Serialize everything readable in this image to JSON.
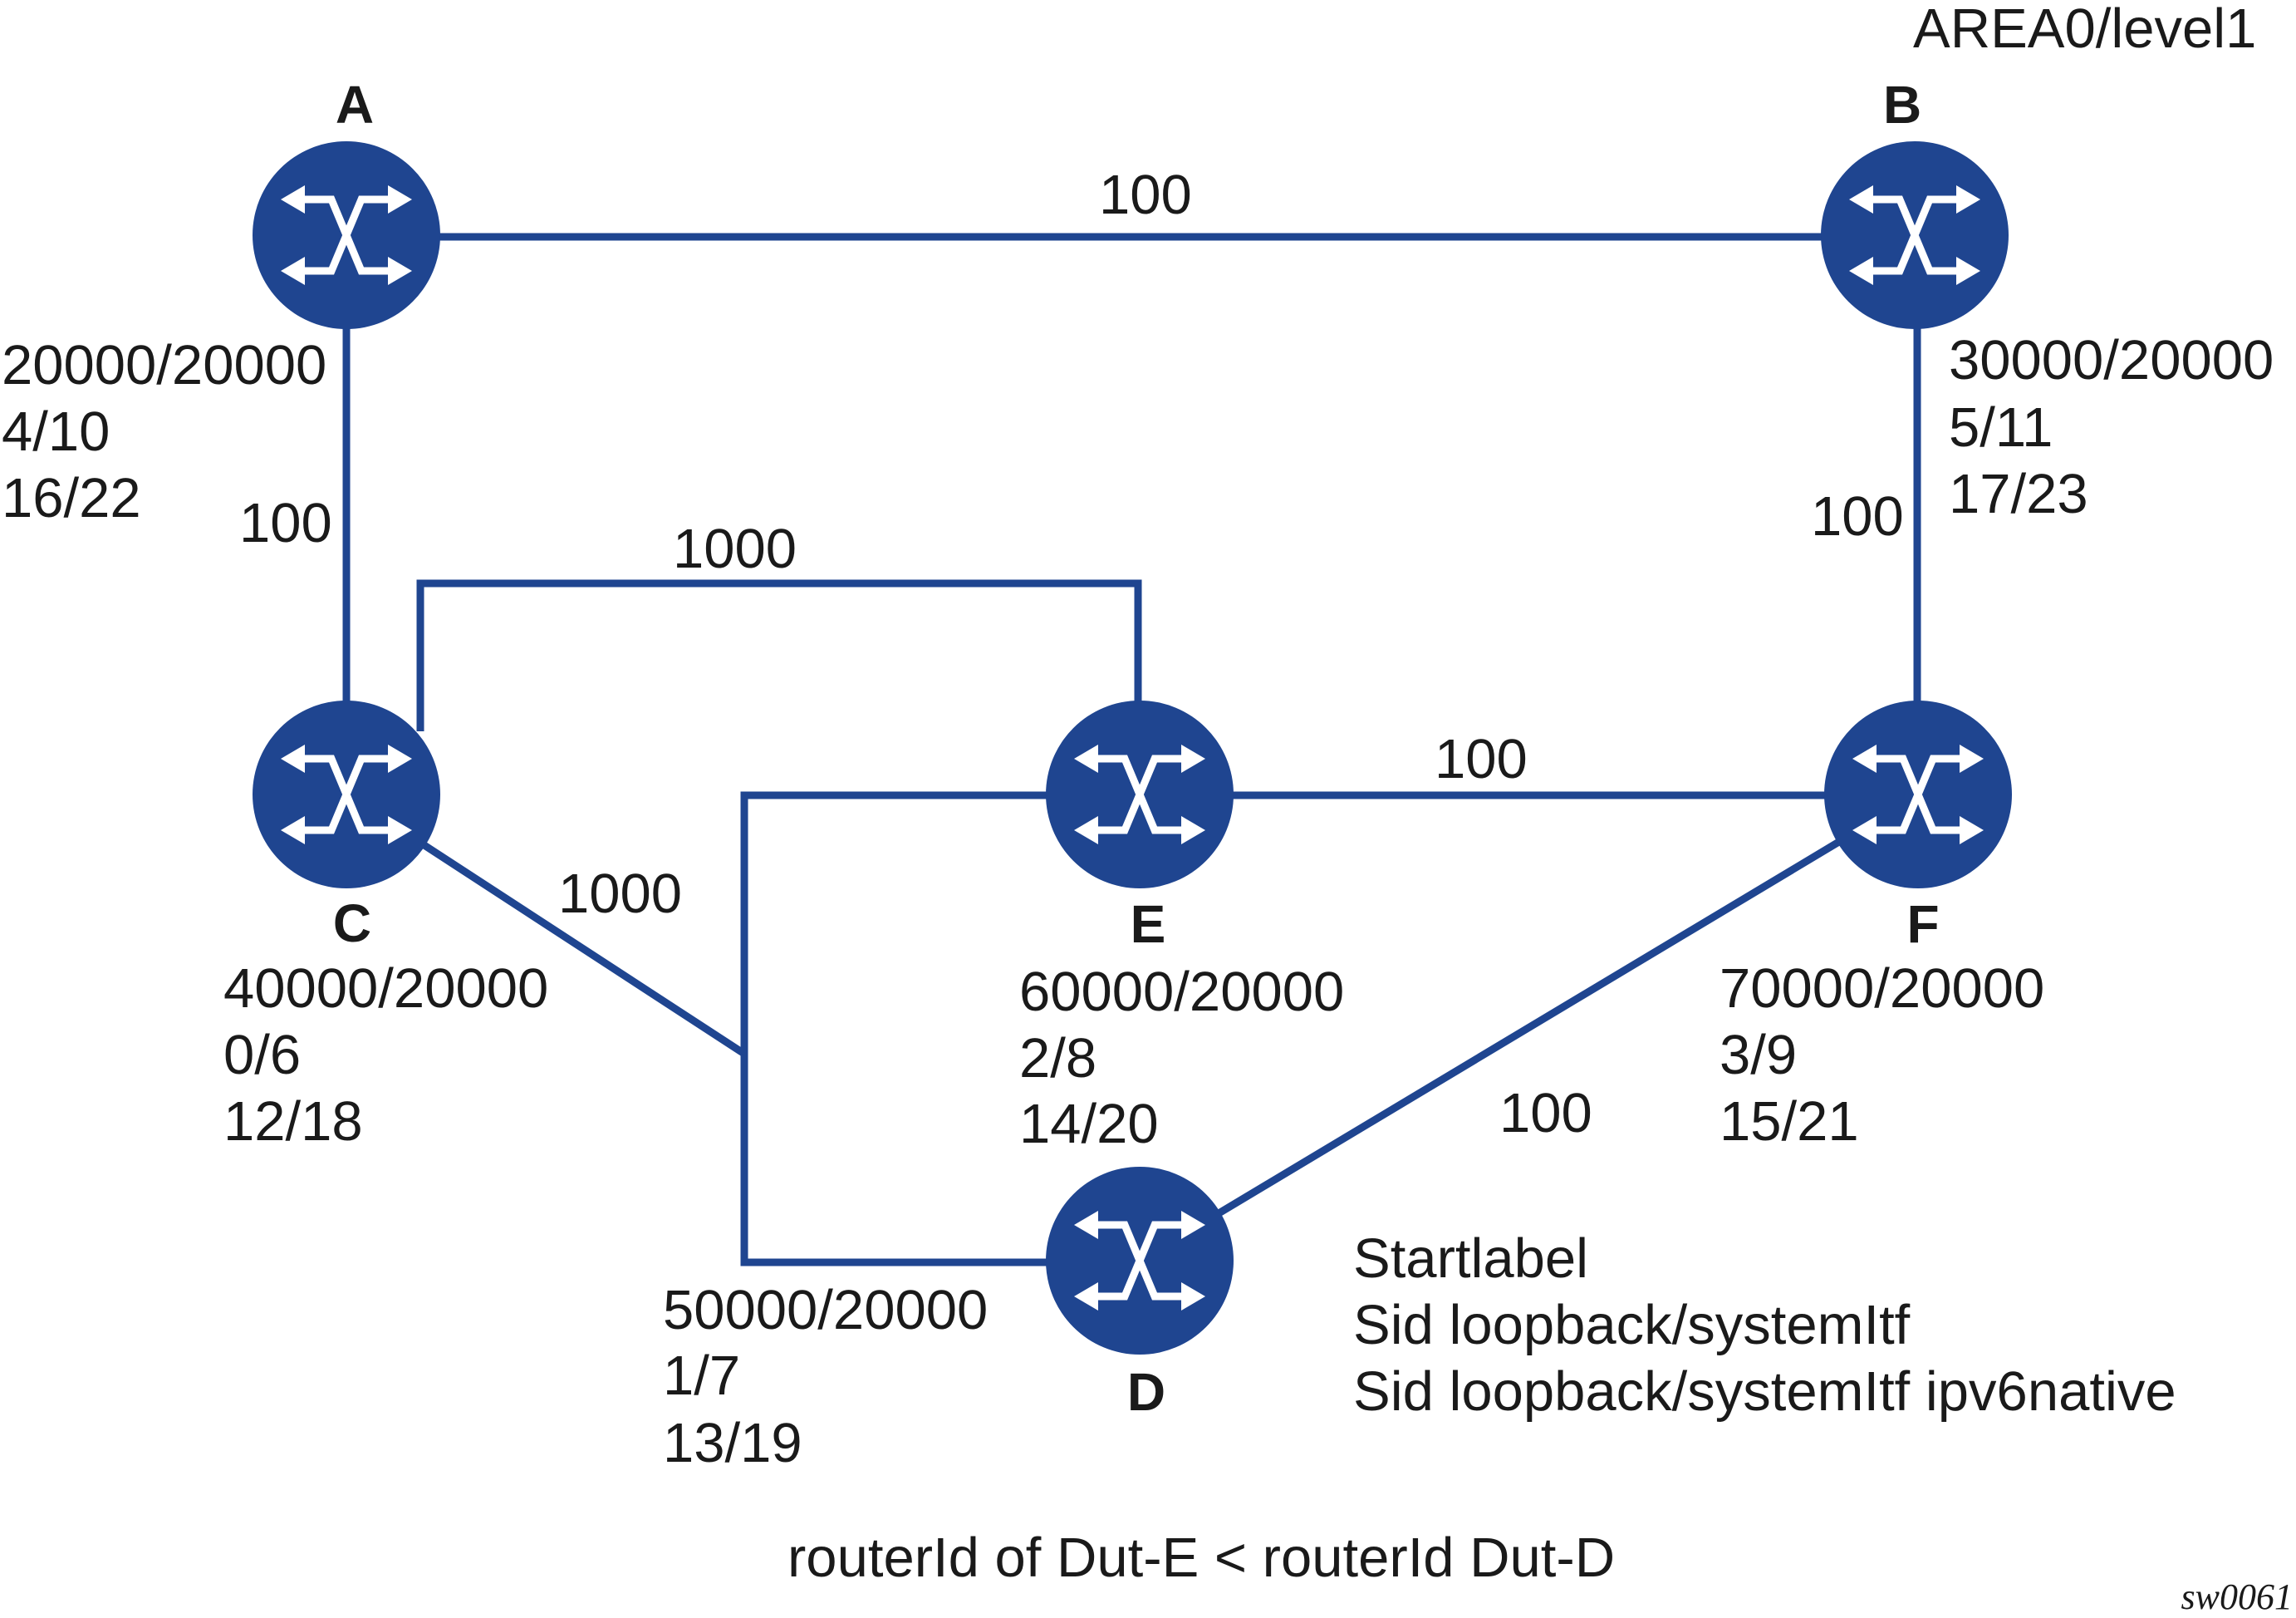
{
  "area_label": "AREA0/level1",
  "colors": {
    "router": "#1f4590",
    "link": "#1f4590",
    "text": "#1a1a1a"
  },
  "routers": [
    {
      "id": "A",
      "name": "A",
      "icon": "router-icon",
      "labels": [
        "20000/20000",
        "4/10",
        "16/22"
      ]
    },
    {
      "id": "B",
      "name": "B",
      "icon": "router-icon",
      "labels": [
        "30000/20000",
        "5/11",
        "17/23"
      ]
    },
    {
      "id": "C",
      "name": "C",
      "icon": "router-icon",
      "labels": [
        "40000/20000",
        "0/6",
        "12/18"
      ]
    },
    {
      "id": "D",
      "name": "D",
      "icon": "router-icon",
      "labels": [
        "50000/20000",
        "1/7",
        "13/19"
      ]
    },
    {
      "id": "E",
      "name": "E",
      "icon": "router-icon",
      "labels": [
        "60000/20000",
        "2/8",
        "14/20"
      ]
    },
    {
      "id": "F",
      "name": "F",
      "icon": "router-icon",
      "labels": [
        "70000/20000",
        "3/9",
        "15/21"
      ]
    }
  ],
  "links": [
    {
      "from": "A",
      "to": "B",
      "metric": "100"
    },
    {
      "from": "A",
      "to": "C",
      "metric": "100"
    },
    {
      "from": "B",
      "to": "F",
      "metric": "100"
    },
    {
      "from": "C",
      "to": "E",
      "metric": "1000"
    },
    {
      "from": "C",
      "to": "D",
      "metric": "1000"
    },
    {
      "from": "E",
      "to": "F",
      "metric": "100"
    },
    {
      "from": "E",
      "to": "D",
      "metric": ""
    },
    {
      "from": "D",
      "to": "F",
      "metric": "100"
    }
  ],
  "legend": [
    "Startlabel",
    "Sid loopback/systemItf",
    "Sid loopback/systemItf ipv6native"
  ],
  "footer": "routerId of Dut-E < routerId Dut-D",
  "figure_id": "sw0061"
}
